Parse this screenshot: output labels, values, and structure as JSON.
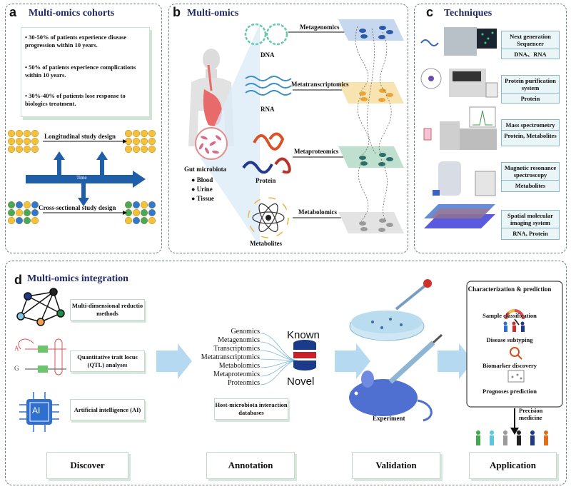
{
  "panel_a": {
    "letter": "a",
    "title": "Multi-omics cohorts",
    "facts": [
      "30-50% of patients experience disease progression within 10 years.",
      "50% of patients experience complications within 10 years.",
      "30%-40% of patients lose response to biologics treatment."
    ],
    "longitudinal": "Longitudinal study design",
    "time": "Time",
    "cross_sectional": "Cross-sectional study design"
  },
  "panel_b": {
    "letter": "b",
    "title": "Multi-omics",
    "molecules": [
      "DNA",
      "RNA",
      "Protein",
      "Metabolites"
    ],
    "omics": [
      "Metagenomics",
      "Metatranscriptomics",
      "Metaproteomics",
      "Metabolomics"
    ],
    "source": "Gut microbiota",
    "samples": [
      "Blood",
      "Urine",
      "Tissue"
    ]
  },
  "panel_c": {
    "letter": "c",
    "title": "Techniques",
    "techniques": [
      {
        "name": "Next generation Sequencer",
        "target": "DNA、RNA"
      },
      {
        "name": "Protein purification system",
        "target": "Protein"
      },
      {
        "name": "Mass spectrometry",
        "target": "Protein, Metabolites"
      },
      {
        "name": "Magnetic resonance spectroscopy",
        "target": "Metabolites"
      },
      {
        "name": "Spatial molecular imaging system",
        "target": "RNA, Protein"
      }
    ]
  },
  "panel_d": {
    "letter": "d",
    "title": "Multi-omics integration",
    "methods": [
      "Multi-dimensional reductio methods",
      "Quantitative trait locus (QTL) analyses",
      "Artificial intelligence (AI)"
    ],
    "qtl_letters": [
      "A",
      "G"
    ],
    "ai_chip": "AI",
    "omics_list": [
      "Genomics",
      "Metagenomics",
      "Transcriptomics",
      "Metatranscriptomics",
      "Metabolomics",
      "Metaproteomics",
      "Proteomics"
    ],
    "known": "Known",
    "novel": "Novel",
    "database": "Host-microbiota interaction databases",
    "experiment": "Experiment",
    "application": {
      "title": "Characterization & prediction",
      "items": [
        "Sample classification",
        "Disease subtyping",
        "Biomarker discovery",
        "Prognoses prediction"
      ]
    },
    "precision": "Precision medicine",
    "stages": [
      "Discover",
      "Annotation",
      "Validation",
      "Application"
    ]
  },
  "colors": {
    "title": "#1f2a66",
    "arrow_blue": "#1f5fa8",
    "flow_arrow": "#a8d2ee",
    "panel_border": "#6b7f78"
  }
}
